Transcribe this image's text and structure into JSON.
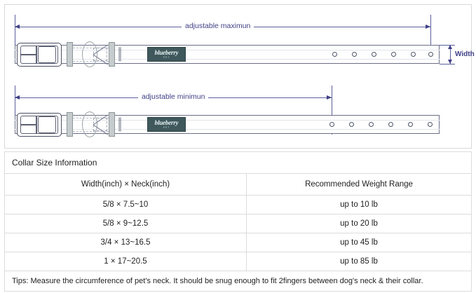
{
  "diagram": {
    "max_label": "adjustable maximun",
    "min_label": "adjustable minimun",
    "width_label": "Width",
    "brand": "blueberry",
    "brand_sub": "PET",
    "accent_color": "#3e3f86",
    "tag_color": "#3f585c",
    "strap_color": "#6b6f86",
    "keeper_color": "#c6ccce",
    "top_holes": 6,
    "bottom_holes": 6
  },
  "table": {
    "title": "Collar Size Information",
    "headers": {
      "size": "Width(inch)  ×  Neck(inch)",
      "weight": "Recommended Weight Range"
    },
    "rows": [
      {
        "size": "5/8 × 7.5~10",
        "weight": "up to 10 lb"
      },
      {
        "size": "5/8 × 9~12.5",
        "weight": "up to 20 lb"
      },
      {
        "size": "3/4 × 13~16.5",
        "weight": "up to 45 lb"
      },
      {
        "size": "1 × 17~20.5",
        "weight": "up to 85 lb"
      }
    ],
    "tips": "Tips: Measure the circumference of pet's neck. It should be snug enough to fit 2fingers between dog's neck & their collar."
  }
}
